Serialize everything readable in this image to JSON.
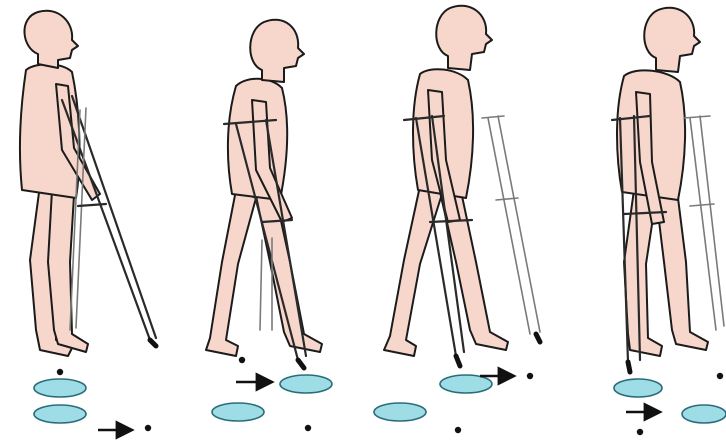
{
  "figure": {
    "panel_count": 4,
    "colors": {
      "skin": "#f7d7cb",
      "outline": "#1b1b1b",
      "footprint": "#9fdde6",
      "footprint_outline": "#2a6d7a",
      "crutch": "#2a2a2a",
      "marker": "#111111"
    },
    "icons": [
      "person-figure",
      "crutches",
      "footprint",
      "crutch-tip-dot",
      "step-arrow"
    ]
  }
}
